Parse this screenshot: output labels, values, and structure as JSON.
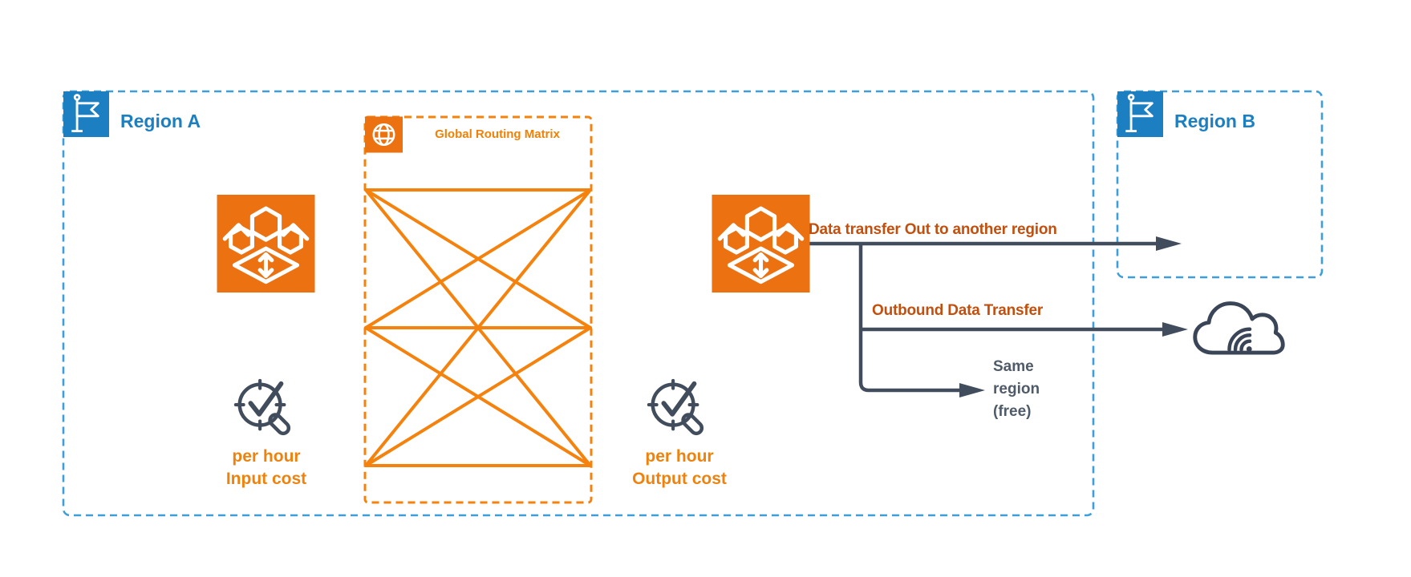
{
  "regions": {
    "region_a": {
      "label": "Region A"
    },
    "region_b": {
      "label": "Region B"
    }
  },
  "routing_matrix": {
    "label": "Global Routing Matrix"
  },
  "cost_labels": {
    "input": {
      "line1": "per hour",
      "line2": "Input cost"
    },
    "output": {
      "line1": "per hour",
      "line2": "Output cost"
    }
  },
  "transfer_labels": {
    "to_another_region": "Data transfer Out to another region",
    "outbound": "Outbound Data Transfer",
    "same_region": {
      "line1": "Same",
      "line2": "region",
      "line3": "(free)"
    }
  },
  "icons": {
    "region_flag": "flag-icon",
    "matrix_globe": "globe-icon",
    "gateway": "transit-gateway-icon",
    "per_hour_cost": "clock-check-magnifier-icon",
    "internet": "cloud-wifi-icon"
  },
  "colors": {
    "aws_orange": "#EC7211",
    "orange_line": "#F5820D",
    "orange_text": "#EF820D",
    "rust_text": "#C24F0E",
    "blue": "#1C7FC2",
    "blue_dash": "#3D9ED9",
    "slate": "#414D5C",
    "gray_text": "#505B69",
    "background": "#FFFFFF"
  }
}
